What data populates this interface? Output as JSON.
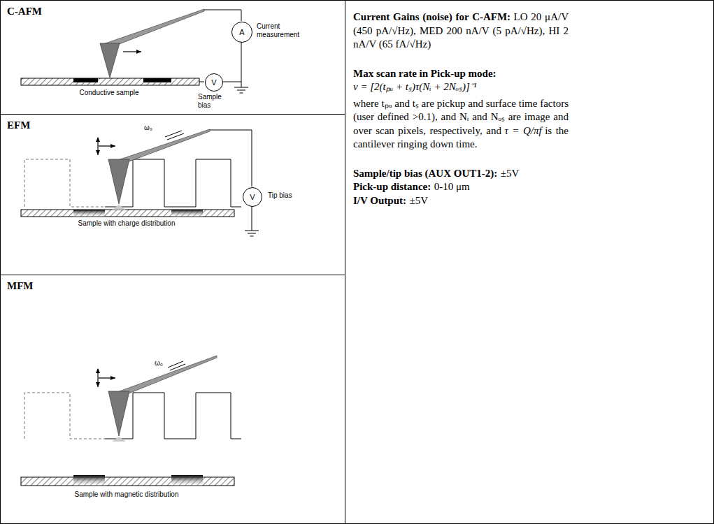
{
  "diagram": {
    "nodes": [
      {
        "text": [
          "C-AFM"
        ]
      },
      {
        "text": [
          "A"
        ],
        "in": 0
      },
      {
        "text": [
          "V"
        ],
        "in": 0
      },
      {
        "text": [
          "EFM"
        ]
      },
      {
        "text": [
          "V"
        ],
        "in": 3
      },
      {
        "text": [
          "MFM"
        ]
      },
      {
        "text": [
          "Current Gains (noise) for C-AFM:",
          "LO 20 μA/V (450 pA/√Hz), MED 200 nA/V (5 pA/√Hz), HI 2 nA/V (65 fA/√Hz)",
          "Max scan rate in Pick-up mode:",
          "ν = [2(tₚᵤ + tₛ)τ(Nᵢ + 2Nₒₛ)]⁻¹",
          "where tₚᵤ and tₛ are pickup and surface time factors (user defined >0.1), and Nᵢ and Nₒₛ are image and over scan pixels, respectively, and",
          "τ = Q/πf",
          "is the cantilever ringing down time.",
          "Sample/tip bias (AUX OUT1-2):",
          "±5V",
          "Pick-up distance:",
          "0-10 μm",
          "I/V Output:",
          "±5V"
        ]
      }
    ],
    "labels": [
      "Current measurement",
      "Sample bias",
      "Conductive sample",
      "ω₀",
      "Tip bias",
      "Sample with charge distribution",
      "ω₀",
      "Sample with magnetic distribution"
    ]
  }
}
